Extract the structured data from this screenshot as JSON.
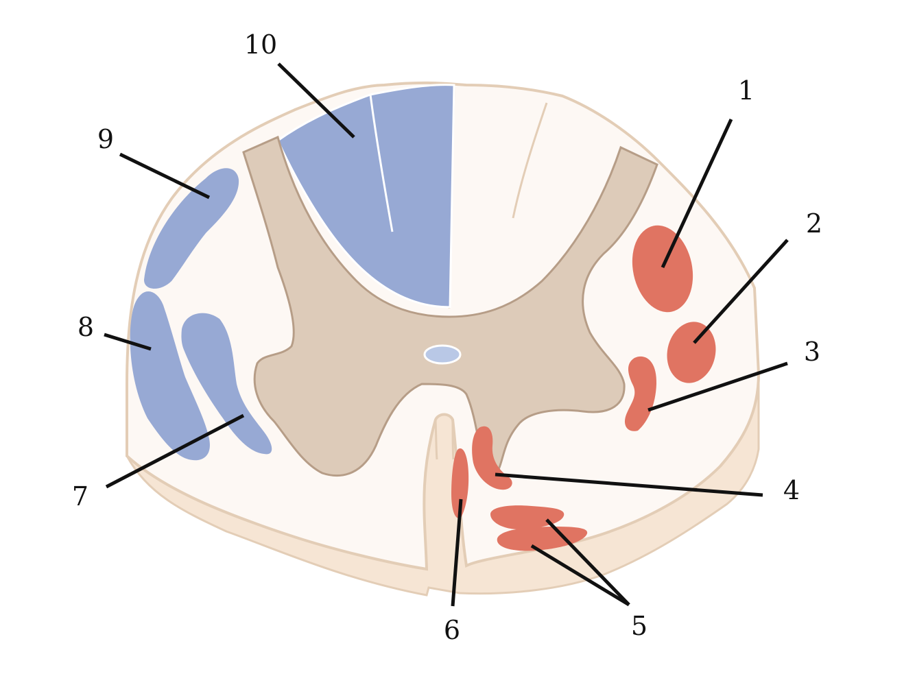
{
  "labels": {
    "l1": "1",
    "l2": "2",
    "l3": "3",
    "l4": "4",
    "l5": "5",
    "l6": "6",
    "l7": "7",
    "l8": "8",
    "l9": "9",
    "l10": "10"
  },
  "colors": {
    "white_matter": "#fdf8f4",
    "outline": "#e3cdb6",
    "cut_face": "#f6e5d4",
    "grey_matter": "#ddcbb9",
    "grey_outline": "#b69d87",
    "sensory_tract": "#97a9d4",
    "motor_tract": "#e07462",
    "central_canal": "#b9c8e6",
    "leader_line": "#111111"
  }
}
